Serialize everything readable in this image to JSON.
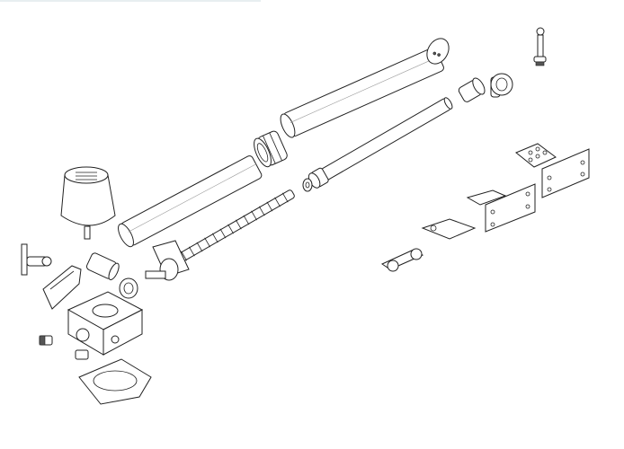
{
  "diagram": {
    "type": "exploded-parts-drawing",
    "colors": {
      "line": "#222222",
      "background": "#ffffff"
    },
    "parts": [
      "motor-cover",
      "front-tube",
      "rear-tube",
      "tube-ring-nut",
      "end-cap",
      "push-rod",
      "rod-end-fitting",
      "swivel-joint",
      "pivot-pin",
      "lead-screw",
      "screw-washer",
      "gear",
      "bushing",
      "release-lever",
      "release-key",
      "gearbox-housing",
      "base-cover",
      "rear-bracket",
      "rear-plate",
      "front-bracket",
      "front-plate",
      "clevis-link"
    ]
  }
}
